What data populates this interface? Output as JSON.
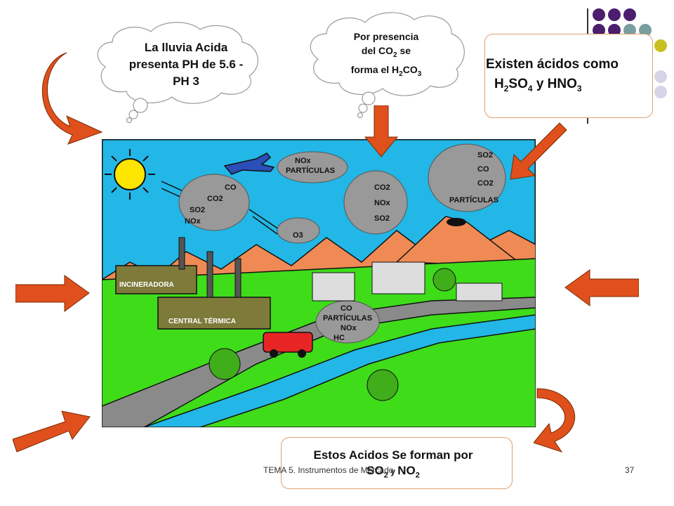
{
  "bubble1": {
    "line1": "La lluvia Acida",
    "line2": "presenta  PH de 5.6 -",
    "line3": "PH 3"
  },
  "bubble2": {
    "line1": "Por presencia",
    "line2_a": "del CO",
    "line2_sub": "2",
    "line2_b": " se",
    "line3_a": "forma el H",
    "line3_sub1": "2",
    "line3_b": "CO",
    "line3_sub2": "3"
  },
  "box_top": {
    "line1": "Existen ácidos como",
    "l2_a": "H",
    "l2_s1": "2",
    "l2_b": "SO",
    "l2_s2": "4",
    "l2_c": " y HNO",
    "l2_s3": "3"
  },
  "box_bottom": {
    "line1": "Estos Acidos Se forman por",
    "l2_a": "SO",
    "l2_s1": "2",
    "l2_b": " y ",
    "l2_c": "NO",
    "l2_s2": "2"
  },
  "scene": {
    "label_nox_part": [
      "NOx",
      "PARTÍCULAS"
    ],
    "label_factory_smoke": [
      "CO",
      "CO2",
      "SO2",
      "NOx"
    ],
    "label_house_smoke": [
      "CO2",
      "NOx",
      "SO2"
    ],
    "label_volcano": [
      "SO2",
      "CO",
      "CO2",
      "PARTÍCULAS"
    ],
    "label_o3": "O3",
    "label_car": [
      "CO",
      "PARTÍCULAS",
      "NOx",
      "HC"
    ],
    "incineradora": "INCINERADORA",
    "central": "CENTRAL TÉRMICA"
  },
  "footer": {
    "center": "TEMA 5. Instrumentos de Mercado",
    "page": "37"
  },
  "colors": {
    "purple": "#4b1e6e",
    "teal": "#7a9e9f",
    "olive": "#c8c020",
    "lavender": "#d6d4e8",
    "arrow": "#e0501c"
  }
}
